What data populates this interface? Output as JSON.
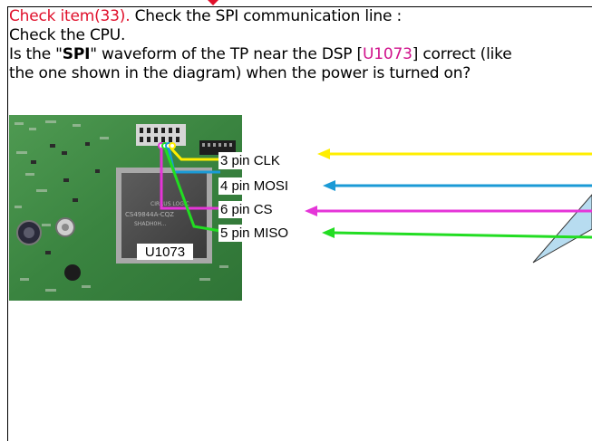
{
  "heading": {
    "check_item": "Check item(33).",
    "title_rest": " Check the SPI communication line :"
  },
  "body": {
    "line2": "Check the CPU.",
    "line3_part1": "Is the \"",
    "line3_spi": "SPI",
    "line3_part2": "\" waveform of the TP near the DSP [",
    "line3_ref": "U1073",
    "line3_part3": "] correct (like",
    "line4": "the one shown in the diagram) when the power is turned on?"
  },
  "photo": {
    "chip_marking": "CS49844A-CQZ",
    "chip_marking2": "SHADH0H...",
    "chip_brand": "CIRRUS LOGIC",
    "ref_label": "U1073"
  },
  "pins": [
    {
      "label": "3 pin CLK",
      "color": "#ffee00"
    },
    {
      "label": "4 pin MOSI",
      "color": "#1a9ad6"
    },
    {
      "label": "6 pin CS",
      "color": "#e535d8"
    },
    {
      "label": "5 pin MISO",
      "color": "#22dd22"
    }
  ],
  "colors": {
    "text_red": "#e0102b",
    "text_magenta": "#d0148c",
    "callout_fill": "#b7dcf0"
  }
}
